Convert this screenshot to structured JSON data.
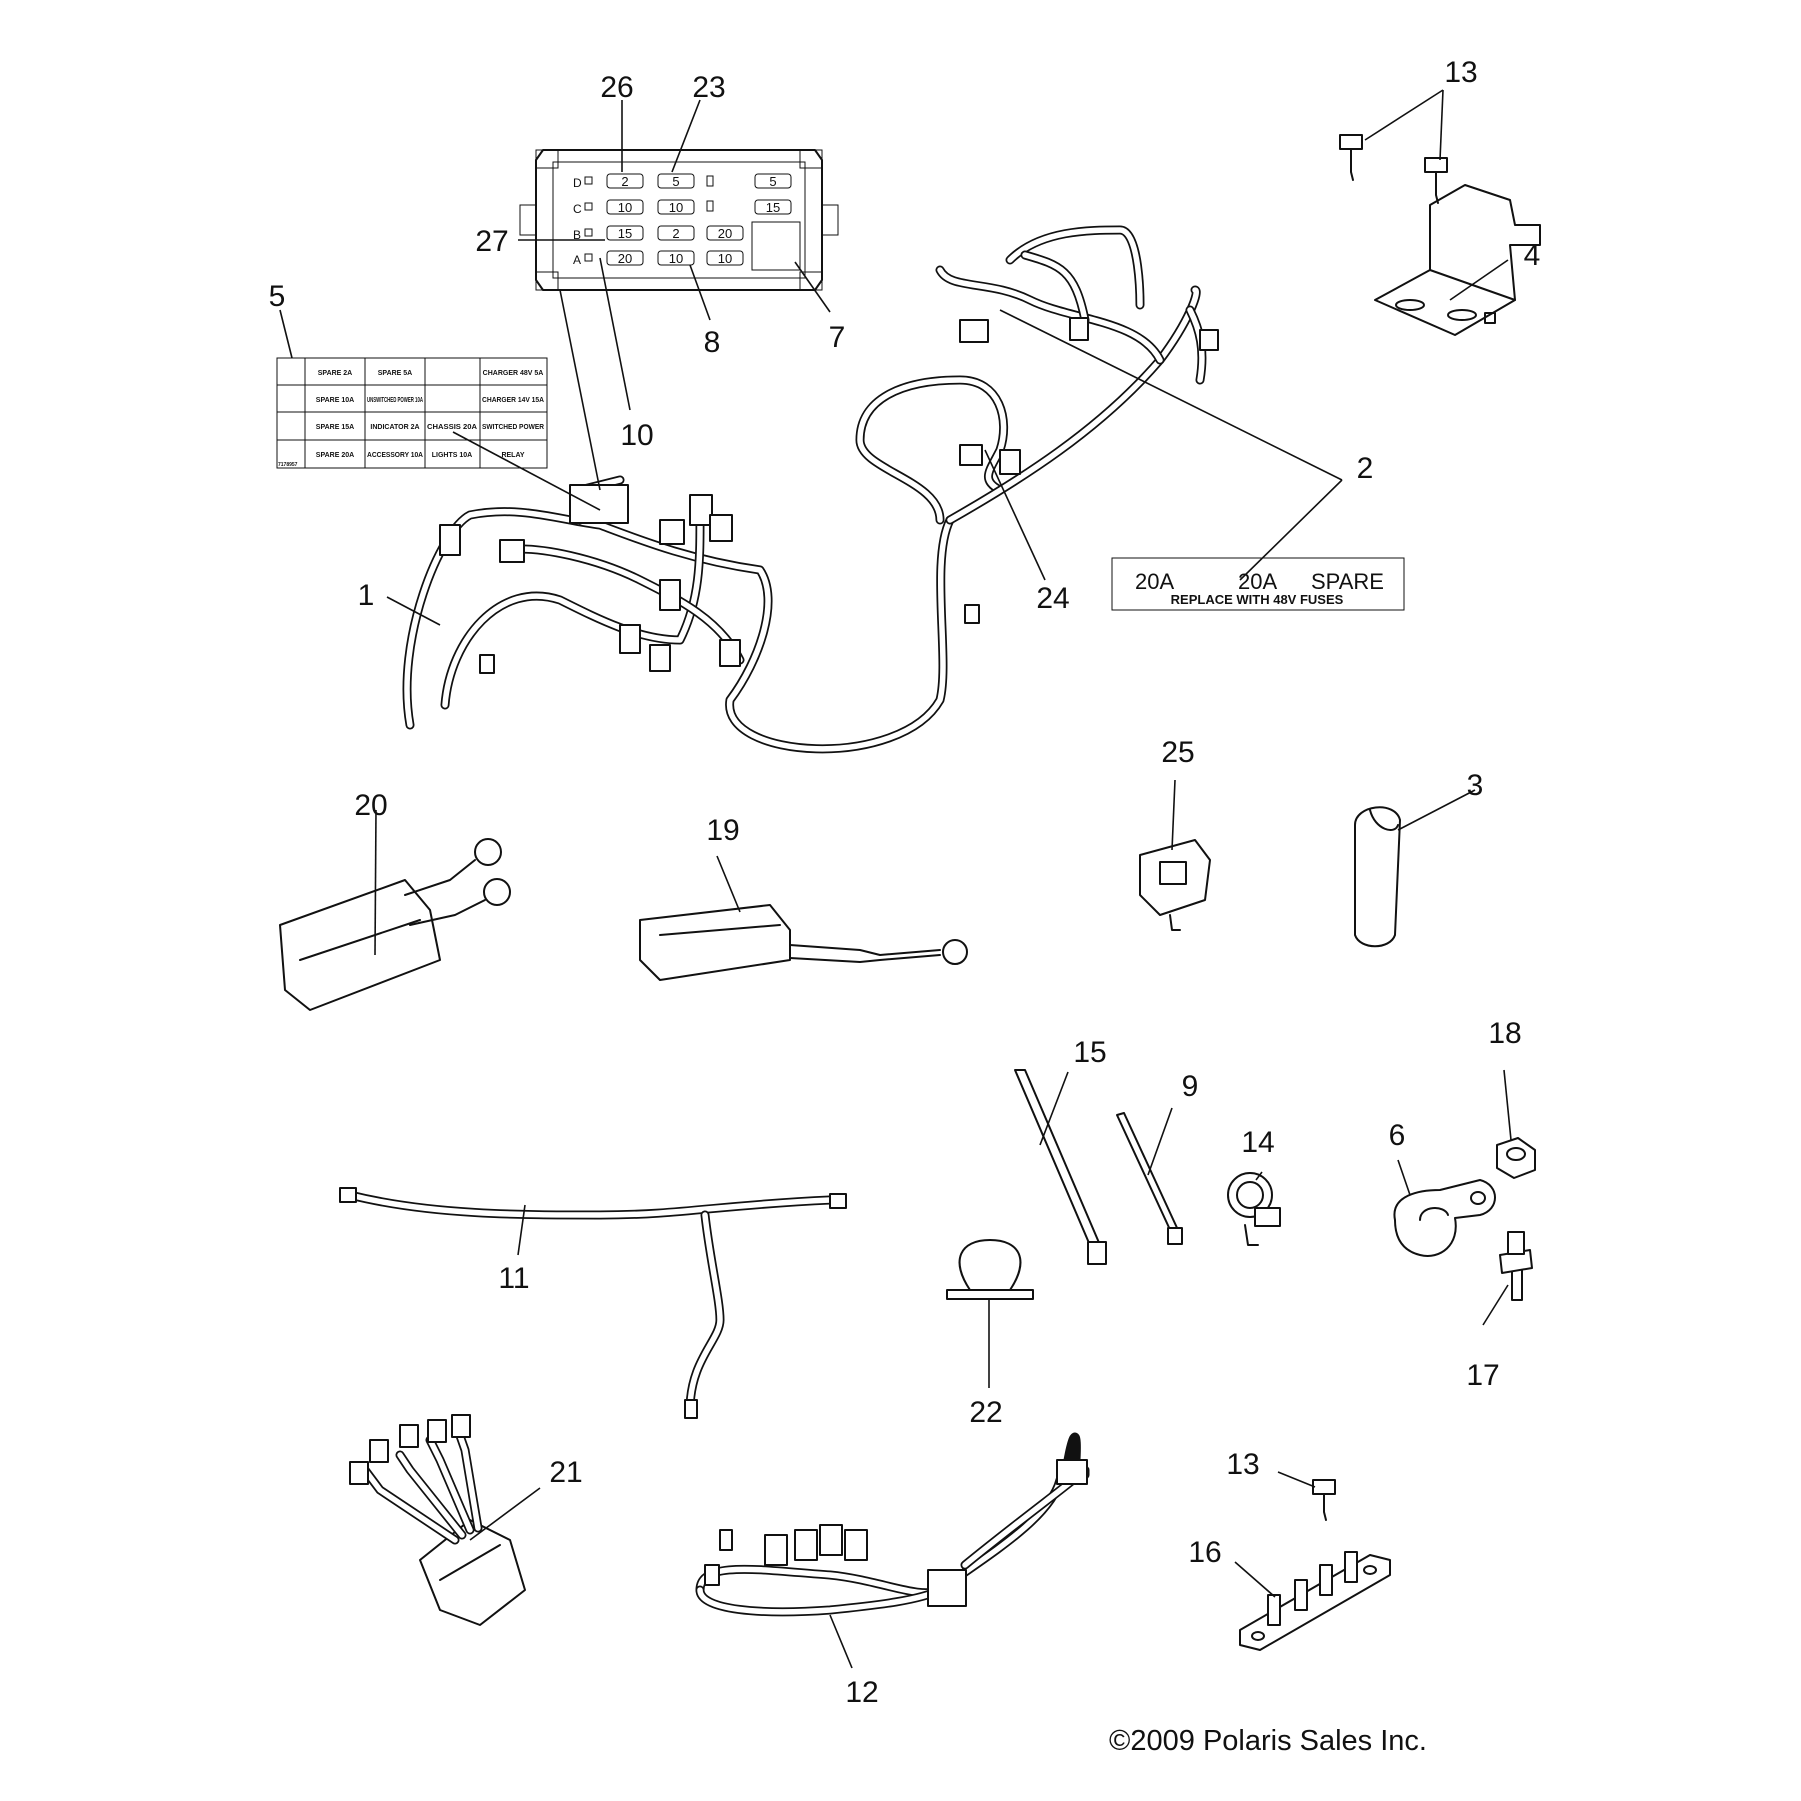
{
  "callouts": [
    "1",
    "2",
    "3",
    "4",
    "5",
    "6",
    "7",
    "8",
    "9",
    "10",
    "11",
    "12",
    "13",
    "13",
    "14",
    "15",
    "16",
    "17",
    "18",
    "19",
    "20",
    "21",
    "22",
    "23",
    "24",
    "25",
    "26",
    "27"
  ],
  "fuse_box": {
    "row_letters": [
      "D",
      "C",
      "B",
      "A"
    ],
    "fuses": [
      [
        "2",
        "5",
        "5"
      ],
      [
        "10",
        "10",
        "15"
      ],
      [
        "15",
        "2",
        "20"
      ],
      [
        "20",
        "10",
        "10"
      ]
    ]
  },
  "fuse_label_table": {
    "cells": [
      [
        "SPARE 2A",
        "SPARE 5A",
        "",
        "CHARGER 48V 5A"
      ],
      [
        "SPARE 10A",
        "UNSWITCHED POWER 10A",
        "",
        "CHARGER 14V 15A"
      ],
      [
        "SPARE 15A",
        "INDICATOR 2A",
        "CHASSIS 20A",
        "SWITCHED POWER"
      ],
      [
        "SPARE 20A",
        "ACCESSORY 10A",
        "LIGHTS 10A",
        "RELAY"
      ]
    ],
    "part_number": "7178957"
  },
  "spare_label": {
    "line1": [
      "20A",
      "20A",
      "SPARE"
    ],
    "line2": "REPLACE WITH 48V FUSES"
  },
  "copyright": "©2009 Polaris Sales Inc."
}
